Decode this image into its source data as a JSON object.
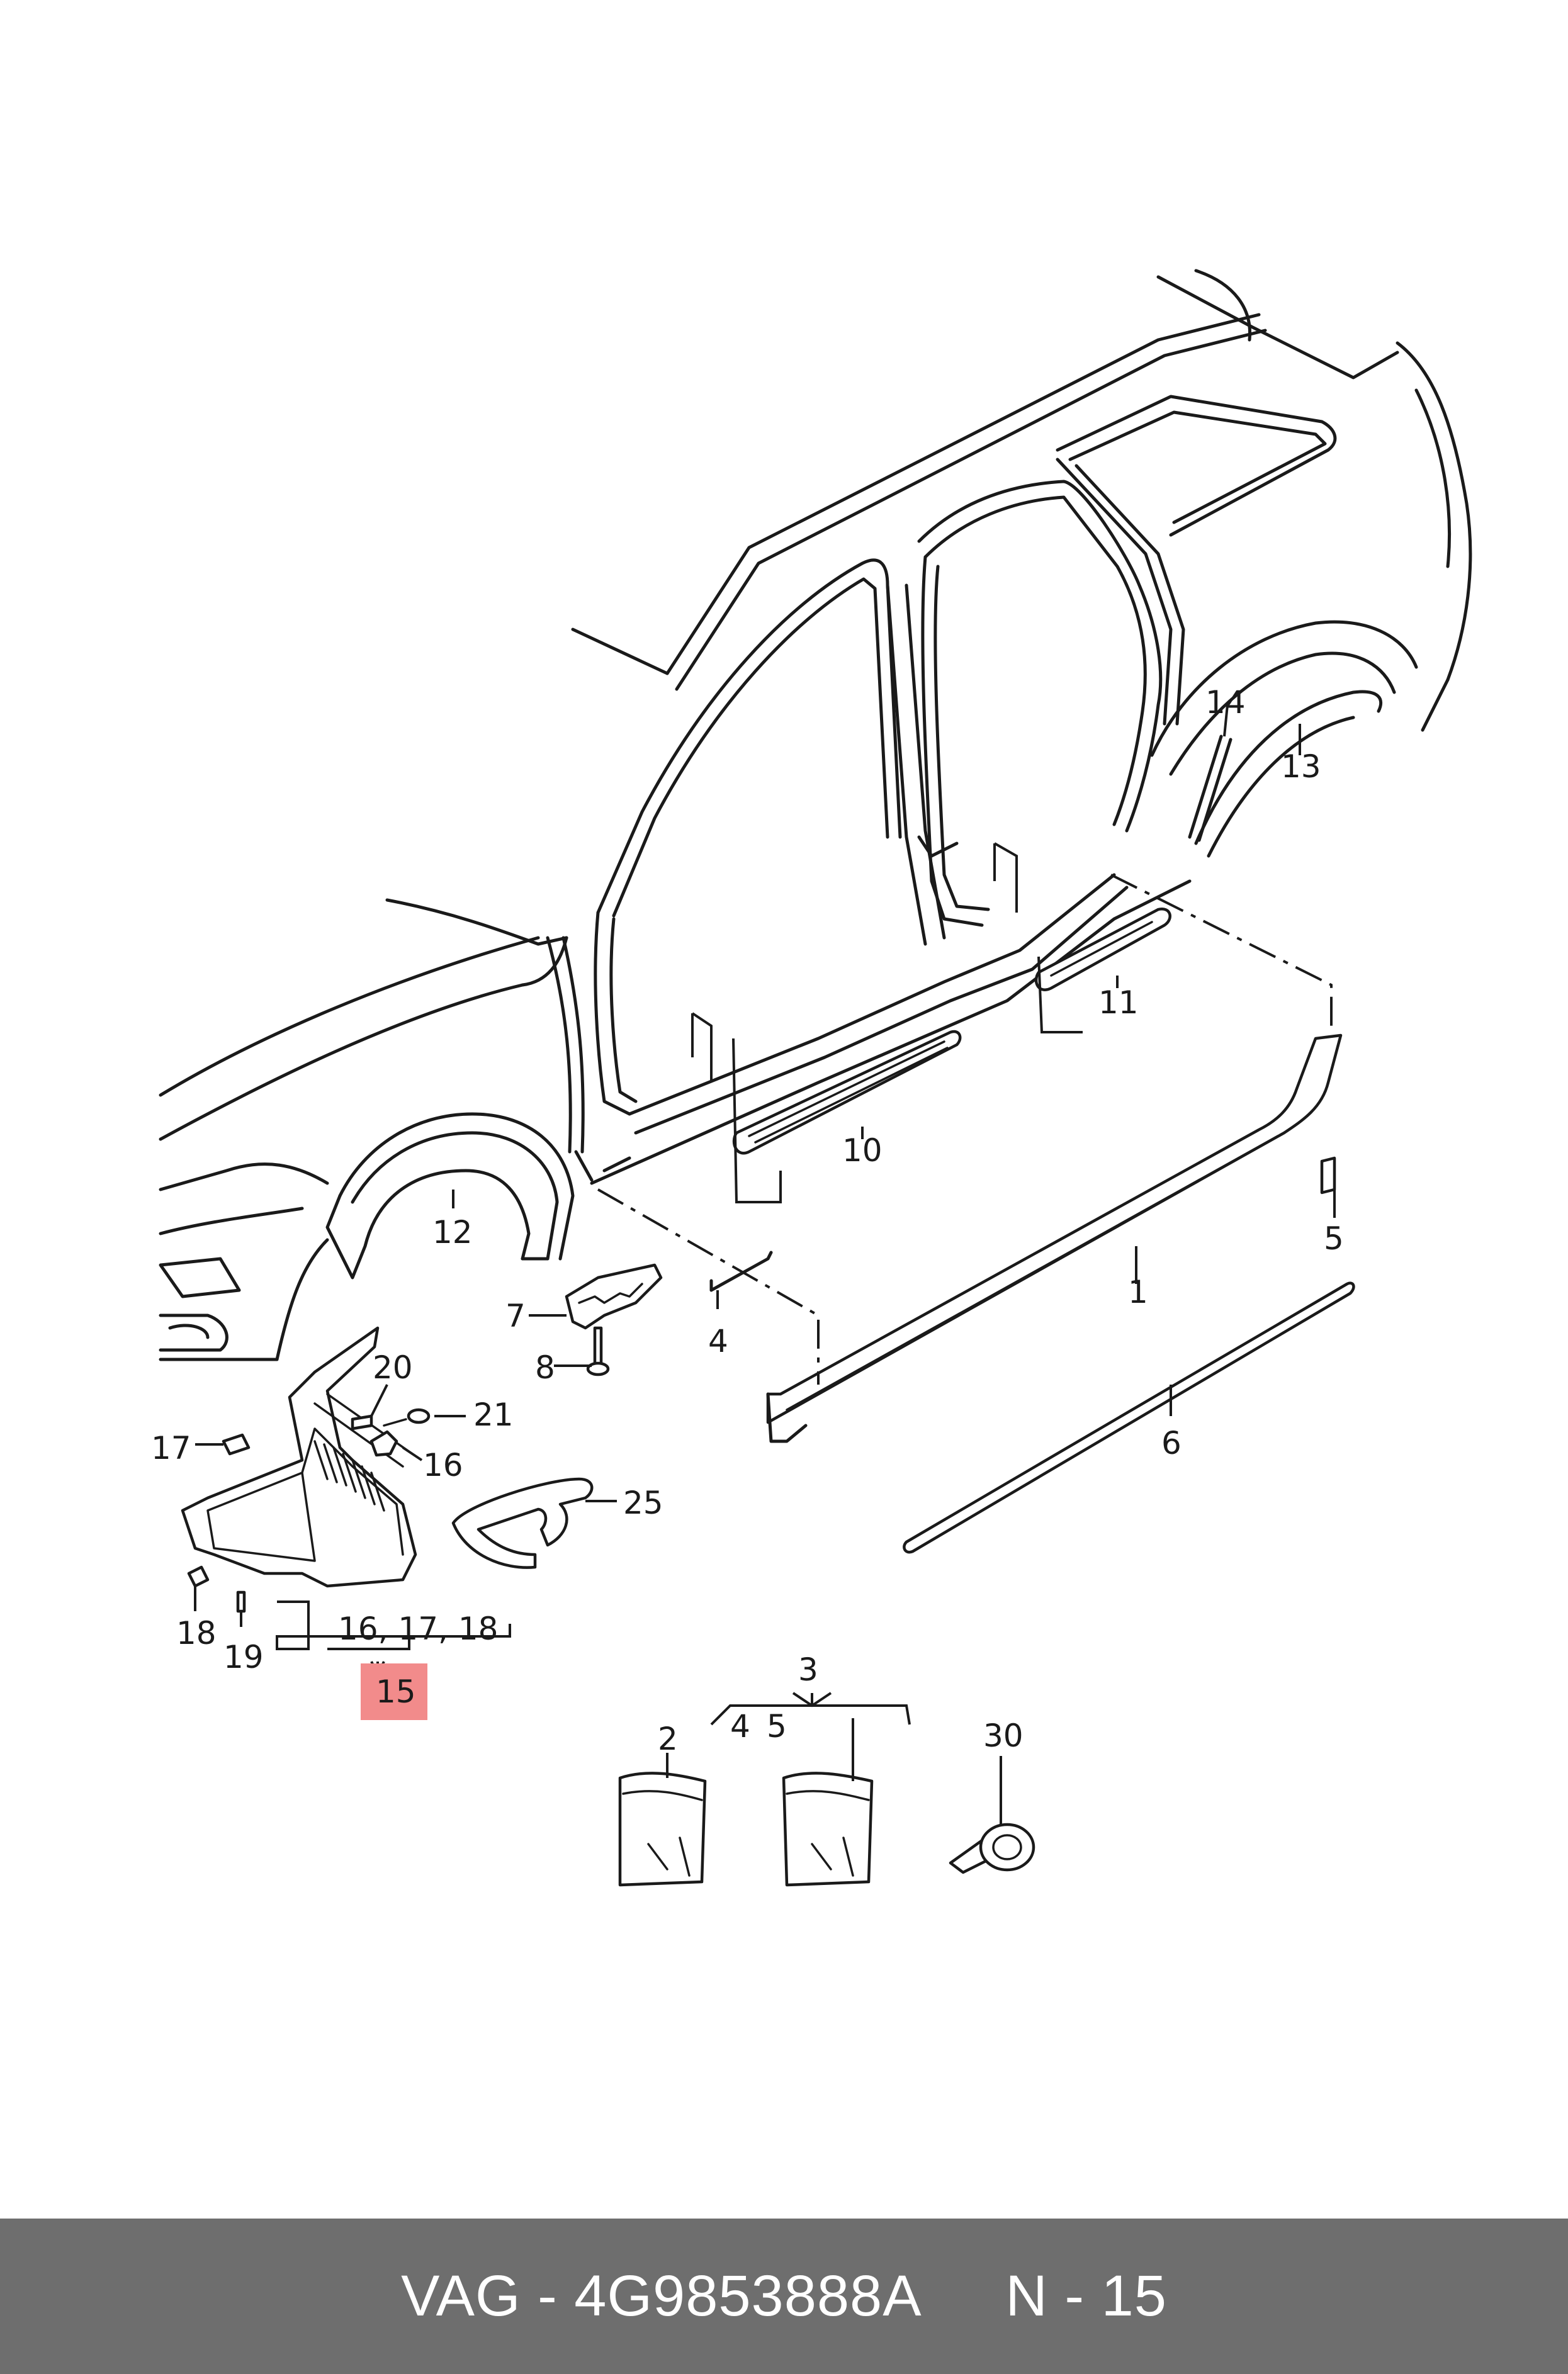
{
  "callouts": {
    "c1": "1",
    "c2": "2",
    "c3": "3",
    "c4a": "4",
    "c4b": "4",
    "c5a": "5",
    "c5b": "5",
    "c6": "6",
    "c7": "7",
    "c8": "8",
    "c10": "10",
    "c11": "11",
    "c12": "12",
    "c13": "13",
    "c14": "14",
    "c15": "15",
    "c16": "16",
    "c161718": "16, 17, 18",
    "c17": "17",
    "c18": "18",
    "c19": "19",
    "c20": "20",
    "c21": "21",
    "c25": "25",
    "c30": "30"
  },
  "highlight_color": "#f28b8b",
  "footer": {
    "part_number": "VAG - 4G9853888A",
    "diagram_ref": "N - 15"
  }
}
